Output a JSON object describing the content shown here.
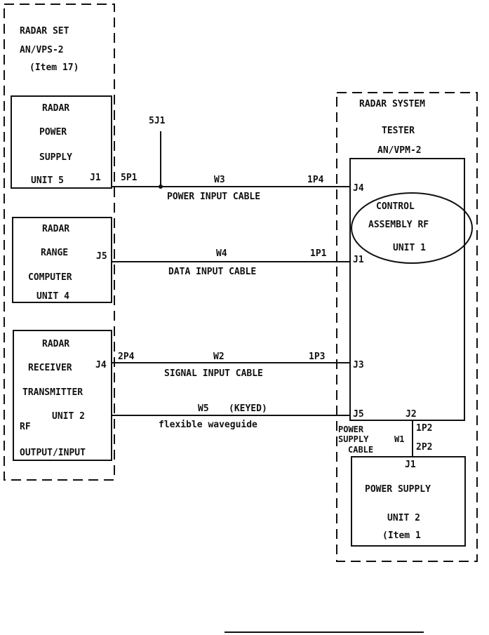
{
  "radar_set": {
    "line1": "RADAR SET",
    "line2": "AN/VPS-2",
    "line3": "(Item 17)"
  },
  "unit5": {
    "l1": "RADAR",
    "l2": "POWER",
    "l3": "SUPPLY",
    "l4": "UNIT 5",
    "jack": "J1"
  },
  "unit4": {
    "l1": "RADAR",
    "l2": "RANGE",
    "l3": "COMPUTER",
    "l4": "UNIT 4",
    "jack": "J5"
  },
  "unit2": {
    "l1": "RADAR",
    "l2": "RECEIVER",
    "l3": "TRANSMITTER",
    "l4": "UNIT 2",
    "l5": "RF",
    "l6": "OUTPUT/INPUT",
    "jack": "J4"
  },
  "tester": {
    "l1": "RADAR SYSTEM",
    "l2": "TESTER",
    "l3": "AN/VPM-2"
  },
  "control": {
    "l1": "CONTROL",
    "l2": "ASSEMBLY RF",
    "l3": "UNIT 1"
  },
  "tester_jacks": {
    "j4": "J4",
    "j1": "J1",
    "j3": "J3",
    "j5": "J5",
    "j2": "J2"
  },
  "power_supply": {
    "jack": "J1",
    "l1": "POWER SUPPLY",
    "l2": "UNIT 2",
    "l3": "(Item 1"
  },
  "cables": {
    "w3": {
      "id": "W3",
      "name": "POWER INPUT CABLE",
      "left": "5P1",
      "right": "1P4",
      "tap": "5J1"
    },
    "w4": {
      "id": "W4",
      "name": "DATA INPUT CABLE",
      "right": "1P1"
    },
    "w2": {
      "id": "W2",
      "name": "SIGNAL INPUT CABLE",
      "left": "2P4",
      "right": "1P3"
    },
    "w5": {
      "id": "W5",
      "keyed": "(KEYED)",
      "name": "flexible waveguide"
    },
    "w1": {
      "id": "W1",
      "name1": "POWER",
      "name2": "SUPPLY",
      "name3": "CABLE",
      "top": "1P2",
      "bottom": "2P2"
    }
  }
}
